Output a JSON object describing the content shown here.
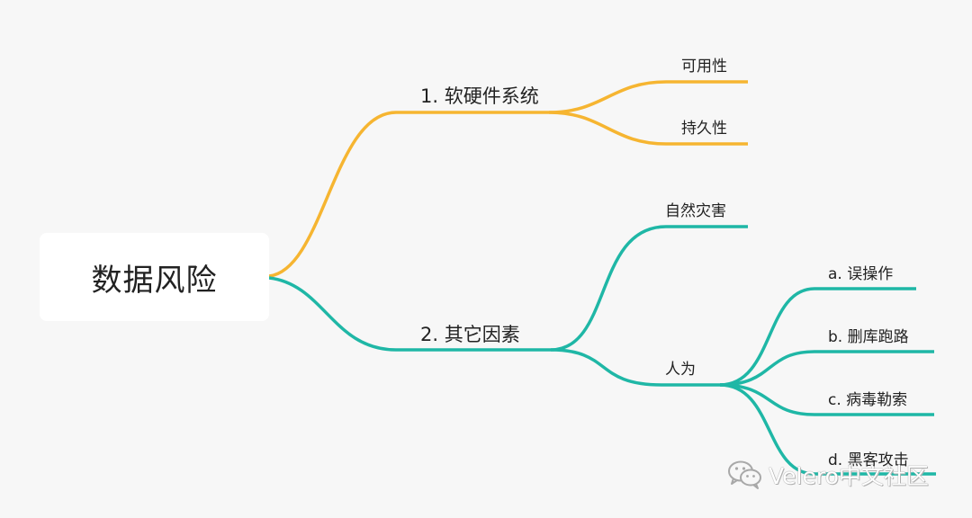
{
  "root": {
    "label": "数据风险"
  },
  "branches": [
    {
      "label": "1. 软硬件系统",
      "color": "#f6b531",
      "children": [
        {
          "label": "可用性"
        },
        {
          "label": "持久性"
        }
      ]
    },
    {
      "label": "2. 其它因素",
      "color": "#1fb7a6",
      "children": [
        {
          "label": "自然灾害"
        },
        {
          "label": "人为",
          "children": [
            {
              "label": "a. 误操作"
            },
            {
              "label": "b. 删库跑路"
            },
            {
              "label": "c. 病毒勒索"
            },
            {
              "label": "d. 黑客攻击"
            }
          ]
        }
      ]
    }
  ],
  "watermark": {
    "text": "Velero中文社区",
    "icon": "wechat-icon"
  }
}
